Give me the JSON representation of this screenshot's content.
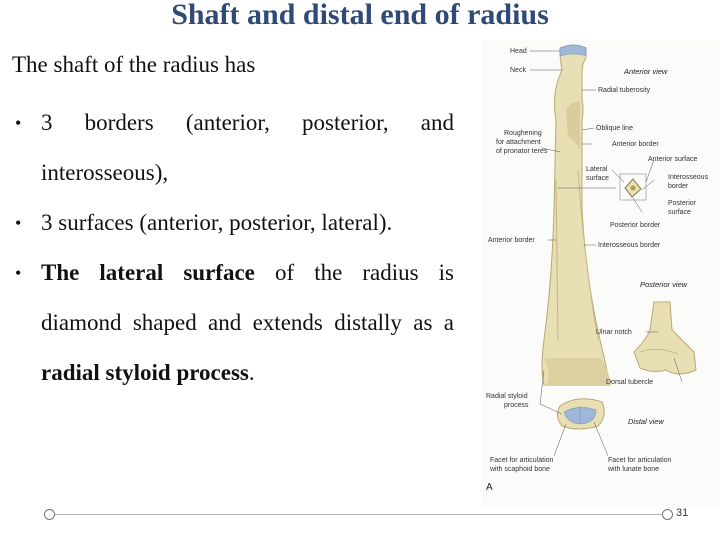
{
  "slide": {
    "title": "Shaft and distal end of radius",
    "intro": "The shaft of the radius has",
    "bullets": [
      {
        "text": "3 borders (anterior, posterior, and interosseous),"
      },
      {
        "text": "3 surfaces (anterior, posterior, lateral)."
      },
      {
        "bold1": "The lateral surface",
        "text1": " of the radius is diamond shaped and extends distally as a ",
        "bold2": "radial styloid process",
        "text2": "."
      }
    ],
    "bullet_glyph": "•",
    "page_number": "31"
  },
  "figure": {
    "labels": {
      "head": "Head",
      "neck": "Neck",
      "anterior_view": "Anterior view",
      "radial_tuberosity": "Radial tuberosity",
      "oblique_line": "Oblique line",
      "roughening": "Roughening",
      "for_attachment": "for attachment",
      "of_pronator_teres": "of pronator teres",
      "anterior_border": "Anterior border",
      "anterior_surface": "Anterior surface",
      "lateral": "Lateral",
      "surface": "surface",
      "interosseous": "Interosseous",
      "border": "border",
      "posterior_border": "Posterior border",
      "posterior": "Posterior",
      "surface2": "surface",
      "anterior_border_left": "Anterior border",
      "interosseous_border": "Interosseous border",
      "posterior_view": "Posterior view",
      "ulnar_notch": "Ulnar notch",
      "dorsal_tubercle": "Dorsal tubercle",
      "radial_styloid": "Radial styloid",
      "process": "process",
      "distal_view": "Distal view",
      "facet_scaphoid_1": "Facet for articulation",
      "facet_scaphoid_2": "with scaphoid bone",
      "facet_lunate_1": "Facet for articulation",
      "facet_lunate_2": "with lunate bone",
      "panel_letter": "A"
    },
    "colors": {
      "bone": "#e9dfb4",
      "bone_shade": "#c9b98a",
      "cartilage": "#9fb7d9",
      "title": "#2f4a77"
    }
  }
}
